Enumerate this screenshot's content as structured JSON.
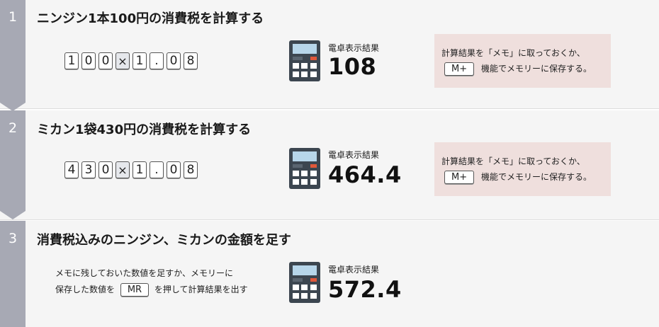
{
  "steps": [
    {
      "number": "1",
      "title": "ニンジン1本100円の消費税を計算する",
      "keys": [
        "1",
        "0",
        "0",
        "×",
        "1",
        ".",
        "0",
        "8"
      ],
      "display_label": "電卓表示結果",
      "display_value": "108",
      "note": {
        "line1": "計算結果を「メモ」に取っておくか、",
        "button": "M+",
        "line2": "機能でメモリーに保存する。"
      }
    },
    {
      "number": "2",
      "title": "ミカン1袋430円の消費税を計算する",
      "keys": [
        "4",
        "3",
        "0",
        "×",
        "1",
        ".",
        "0",
        "8"
      ],
      "display_label": "電卓表示結果",
      "display_value": "464.4",
      "note": {
        "line1": "計算結果を「メモ」に取っておくか、",
        "button": "M+",
        "line2": "機能でメモリーに保存する。"
      }
    },
    {
      "number": "3",
      "title": "消費税込みのニンジン、ミカンの金額を足す",
      "description": {
        "line1": "メモに残しておいた数値を足すか、メモリーに",
        "line2_pre": "保存した数値を",
        "button": "MR",
        "line2_post": "を押して計算結果を出す"
      },
      "display_label": "電卓表示結果",
      "display_value": "572.4"
    }
  ],
  "colors": {
    "rail": "#a7a9b4",
    "panel": "#f5f5f5",
    "note_bg": "#efdfdd",
    "calc_body": "#3c4650",
    "calc_screen": "#b7d6ea",
    "calc_key_accent": "#e0573a"
  },
  "icons": {
    "calculator": "calculator-icon"
  }
}
